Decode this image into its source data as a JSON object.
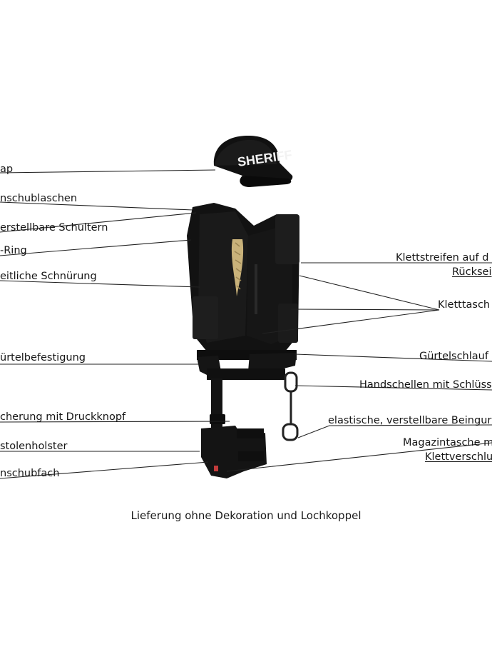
{
  "left_labels": [
    "ap",
    "nschublaschen",
    "erstellbare Schultern",
    "-Ring",
    "eitliche Schnürung",
    "ürtelbefestigung",
    "cherung mit Druckknopf",
    "stolenholster",
    "nschubfach"
  ],
  "right_labels": {
    "velcro_back_line1": "Klettstreifen auf d",
    "velcro_back_line2": "Rücksei",
    "velcro_pockets": "Kletttasch",
    "belt_loops": "Gürtelschlauf",
    "handcuffs": "Handschellen mit Schlüss",
    "leg_strap": "elastische, verstellbare Beingur",
    "mag_pouch_line1": "Magazintasche m",
    "mag_pouch_line2": "Klettverschlu"
  },
  "cap_text": "SHERIFF",
  "caption": "Lieferung ohne Dekoration und Lochkoppel"
}
